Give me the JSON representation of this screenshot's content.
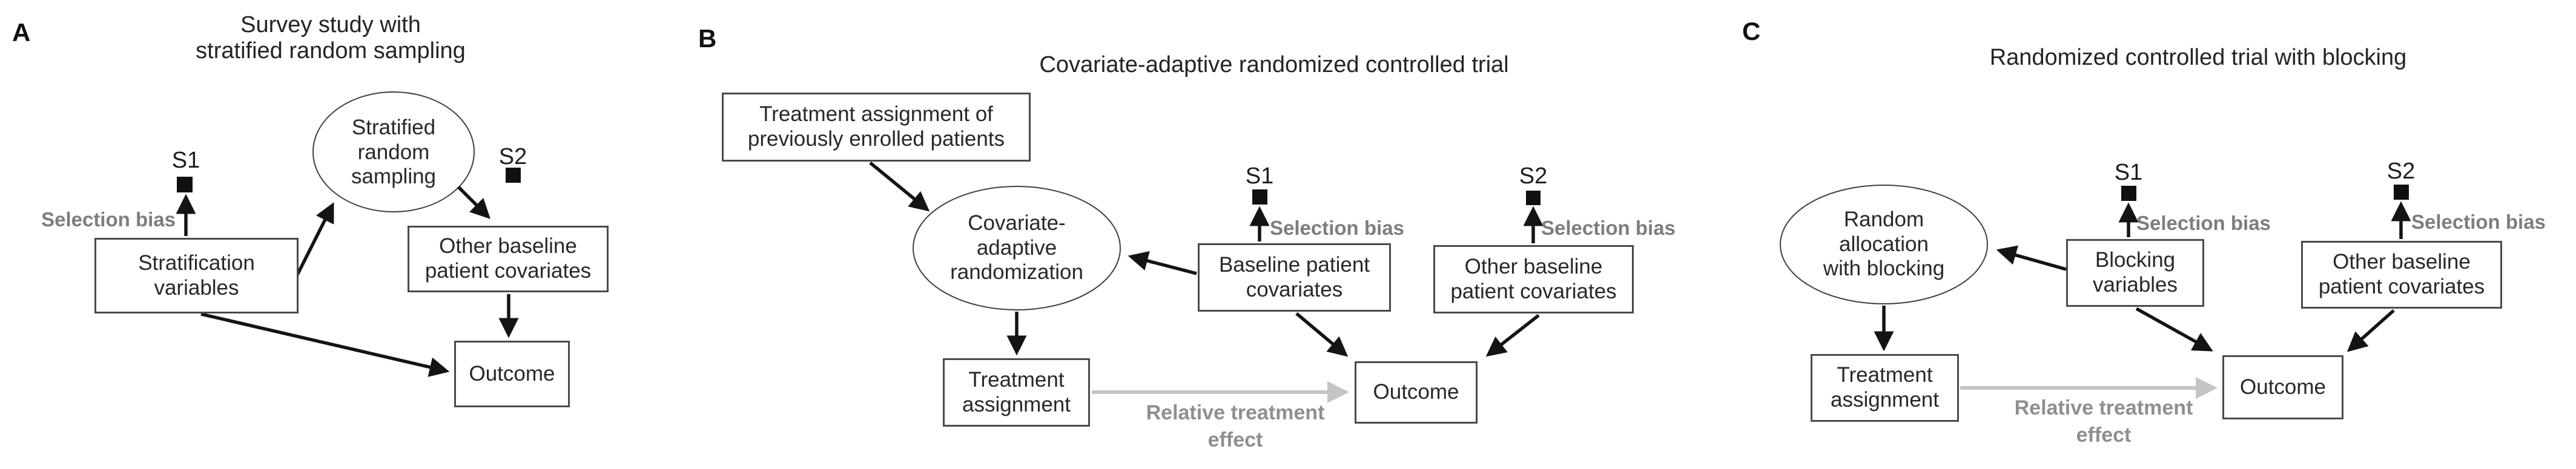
{
  "colors": {
    "background": "#ffffff",
    "box_border": "#4a4a4a",
    "ellipse_border": "#3f3f3f",
    "node_text": "#282828",
    "arrow_black": "#141414",
    "arrow_gray": "#c4c4c4",
    "selection_bias_label": "#7d7d7d",
    "relative_effect_label": "#8f8f8f"
  },
  "panels": [
    {
      "label": "A",
      "title": "Survey study with\nstratified random sampling",
      "nodes": {
        "sampling_ellipse": "Stratified\nrandom\nsampling",
        "stratification": "Stratification\nvariables",
        "other_baseline": "Other baseline\npatient covariates",
        "outcome": "Outcome",
        "s1": "S1",
        "s2": "S2"
      },
      "annotations": {
        "selection_bias_s1": "Selection bias"
      }
    },
    {
      "label": "B",
      "title": "Covariate-adaptive randomized controlled trial",
      "nodes": {
        "previous_assignment": "Treatment assignment of\npreviously enrolled patients",
        "randomization_ellipse": "Covariate-\nadaptive\nrandomization",
        "baseline": "Baseline patient\ncovariates",
        "other_baseline": "Other baseline\npatient covariates",
        "treatment_assignment": "Treatment\nassignment",
        "outcome": "Outcome",
        "s1": "S1",
        "s2": "S2"
      },
      "annotations": {
        "selection_bias_s1": "Selection bias",
        "selection_bias_s2": "Selection bias",
        "relative_treatment_effect": "Relative treatment\neffect"
      }
    },
    {
      "label": "C",
      "title": "Randomized controlled trial with blocking",
      "nodes": {
        "allocation_ellipse": "Random\nallocation\nwith blocking",
        "blocking": "Blocking\nvariables",
        "other_baseline": "Other baseline\npatient covariates",
        "treatment_assignment": "Treatment\nassignment",
        "outcome": "Outcome",
        "s1": "S1",
        "s2": "S2"
      },
      "annotations": {
        "selection_bias_s1": "Selection bias",
        "selection_bias_s2": "Selection bias",
        "relative_treatment_effect": "Relative treatment\neffect"
      }
    }
  ]
}
